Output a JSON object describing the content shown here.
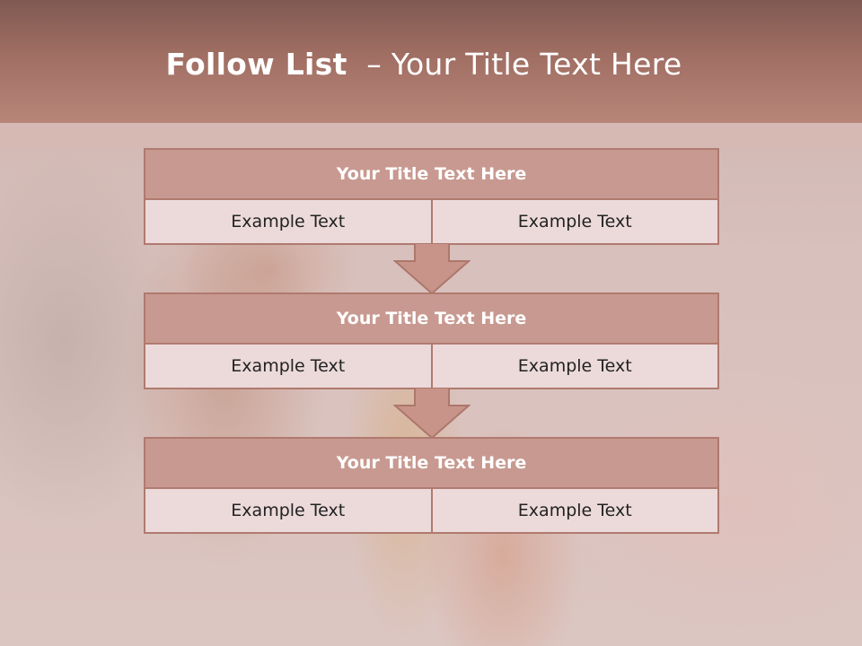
{
  "slide": {
    "title_bold": "Follow List",
    "title_rest": "– Your Title Text Here"
  },
  "blocks": [
    {
      "title": "Your Title Text Here",
      "left": "Example Text",
      "right": "Example Text"
    },
    {
      "title": "Your Title Text Here",
      "left": "Example Text",
      "right": "Example Text"
    },
    {
      "title": "Your Title Text Here",
      "left": "Example Text",
      "right": "Example Text"
    }
  ],
  "colors": {
    "header": "#a06e63",
    "block_title_fill": "#c89990",
    "block_cell_fill": "#ecdada",
    "border": "#b07a6f",
    "arrow": "#c8948a"
  }
}
